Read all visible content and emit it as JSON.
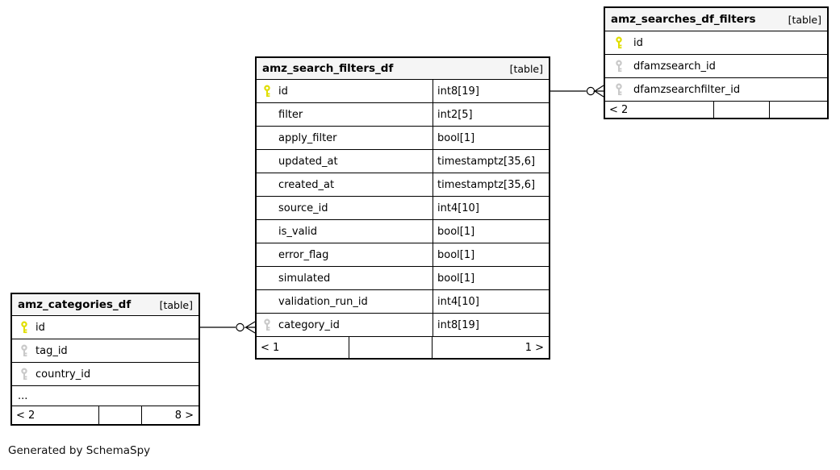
{
  "diagram": {
    "generator_credit": "Generated by SchemaSpy"
  },
  "colors": {
    "primary_key_icon": "#e0de00",
    "foreign_key_icon": "#c9c9c9",
    "table_border": "#000000",
    "header_background": "#f5f5f5"
  },
  "tables": {
    "amz_search_filters_df": {
      "title": "amz_search_filters_df",
      "badge": "[table]",
      "columns": [
        {
          "name": "id",
          "type": "int8[19]",
          "key": "primary"
        },
        {
          "name": "filter",
          "type": "int2[5]",
          "key": ""
        },
        {
          "name": "apply_filter",
          "type": "bool[1]",
          "key": ""
        },
        {
          "name": "updated_at",
          "type": "timestamptz[35,6]",
          "key": ""
        },
        {
          "name": "created_at",
          "type": "timestamptz[35,6]",
          "key": ""
        },
        {
          "name": "source_id",
          "type": "int4[10]",
          "key": ""
        },
        {
          "name": "is_valid",
          "type": "bool[1]",
          "key": ""
        },
        {
          "name": "error_flag",
          "type": "bool[1]",
          "key": ""
        },
        {
          "name": "simulated",
          "type": "bool[1]",
          "key": ""
        },
        {
          "name": "validation_run_id",
          "type": "int4[10]",
          "key": ""
        },
        {
          "name": "category_id",
          "type": "int8[19]",
          "key": "foreign"
        }
      ],
      "stats": {
        "incoming": "< 1",
        "middle": "",
        "outgoing": "1 >"
      }
    },
    "amz_searches_df_filters": {
      "title": "amz_searches_df_filters",
      "badge": "[table]",
      "columns": [
        {
          "name": "id",
          "key": "primary"
        },
        {
          "name": "dfamzsearch_id",
          "key": "foreign"
        },
        {
          "name": "dfamzsearchfilter_id",
          "key": "foreign"
        }
      ],
      "stats": {
        "incoming": "< 2",
        "middle": "",
        "outgoing": ""
      }
    },
    "amz_categories_df": {
      "title": "amz_categories_df",
      "badge": "[table]",
      "columns": [
        {
          "name": "id",
          "key": "primary"
        },
        {
          "name": "tag_id",
          "key": "foreign"
        },
        {
          "name": "country_id",
          "key": "foreign"
        }
      ],
      "ellipsis": "...",
      "stats": {
        "incoming": "< 2",
        "middle": "",
        "outgoing": "8 >"
      }
    }
  },
  "relationships": [
    {
      "from": "amz_search_filters_df.id",
      "to": "amz_searches_df_filters.dfamzsearchfilter_id",
      "cardinality": "zero-or-many"
    },
    {
      "from": "amz_categories_df.id",
      "to": "amz_search_filters_df.category_id",
      "cardinality": "zero-or-many"
    }
  ]
}
